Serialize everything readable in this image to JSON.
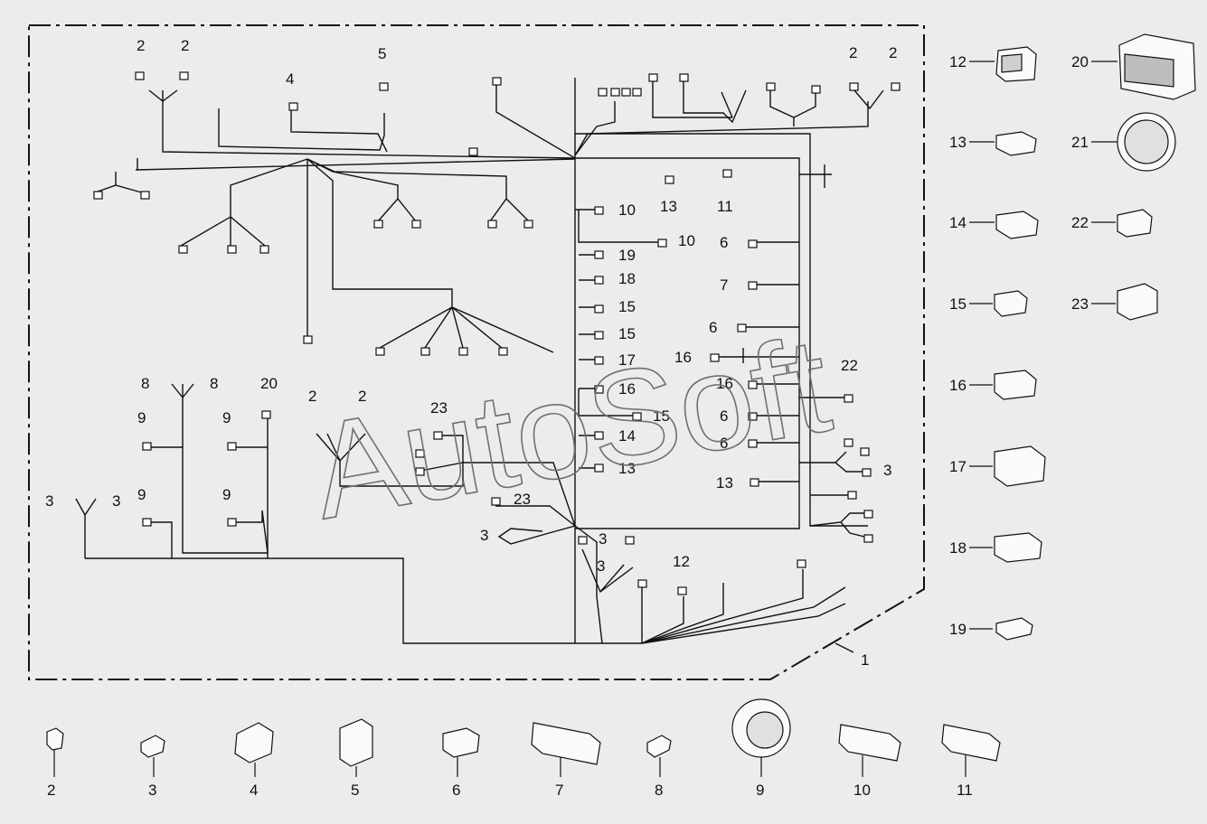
{
  "watermark": "AutoSoft",
  "diagram": {
    "harness_label": "1",
    "outline_style": "dash-dot",
    "callouts_in_harness": [
      "2",
      "2",
      "4",
      "5",
      "2",
      "2",
      "10",
      "10",
      "19",
      "18",
      "15",
      "15",
      "17",
      "16",
      "15",
      "14",
      "13",
      "23",
      "13",
      "11",
      "6",
      "7",
      "6",
      "16",
      "16",
      "22",
      "6",
      "6",
      "3",
      "13",
      "8",
      "8",
      "20",
      "9",
      "9",
      "9",
      "9",
      "3",
      "3",
      "2",
      "2",
      "23",
      "3",
      "3",
      "3",
      "12"
    ],
    "right_column_parts": [
      "12",
      "13",
      "14",
      "15",
      "16",
      "17",
      "18",
      "19",
      "20",
      "21",
      "22",
      "23"
    ],
    "bottom_row_parts": [
      "2",
      "3",
      "4",
      "5",
      "6",
      "7",
      "8",
      "9",
      "10",
      "11"
    ]
  }
}
